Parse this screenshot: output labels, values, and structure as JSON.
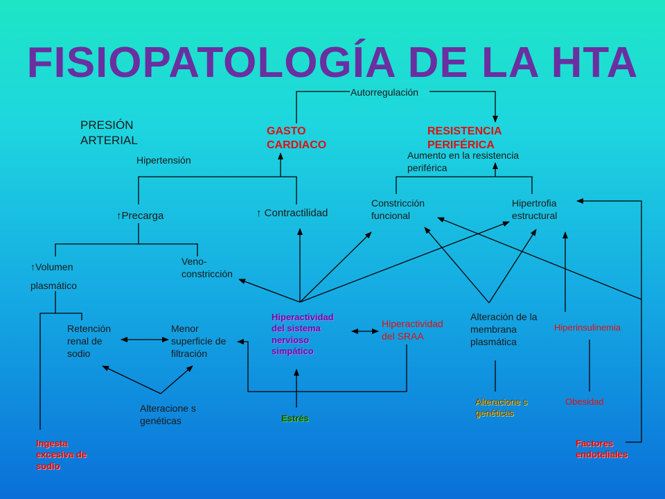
{
  "title": "FISIOPATOLOGÍA DE LA HTA",
  "nodes": {
    "autorregulacion": "Autorregulación",
    "presion_arterial": "PRESIÓN ARTERIAL",
    "gasto_cardiaco": "GASTO CARDIACO",
    "resistencia_periferica": "RESISTENCIA PERIFÉRICA",
    "hipertension": "Hipertensión",
    "aumento_resistencia": "Aumento en la resistencia periférica",
    "precarga": "↑Precarga",
    "contractilidad": "↑ Contractilidad",
    "constriccion_funcional": "Constricción funcional",
    "hipertrofia_estructural": "Hipertrofia estructural",
    "volumen_plasmatico": "↑Volumen plasmático",
    "venoconstriccion": "Veno-constricción",
    "retencion_renal": "Retención renal de sodio",
    "menor_superficie": "Menor superficie de filtración",
    "hiperactividad_snc": "Hiperactividad del sistema nervioso simpático",
    "hiperactividad_sraa": "Hiperactividad del SRAA",
    "alteracion_membrana": "Alteración de la membrana plasmática",
    "hiperinsulinemia": "Hiperinsulinemia",
    "alteraciones_geneticas_1": "Alteracione s genéticas",
    "estres": "Estrés",
    "alteraciones_geneticas_2": "Alteracione s genéticas",
    "obesidad": "Obesidad",
    "ingesta_sodio": "Ingesta excesiva de sodio",
    "factores_endoteliales": "Factores endoteliales"
  },
  "colors": {
    "title": "#6a2fa0",
    "highlight_red": "#e01010",
    "line": "#000000"
  }
}
